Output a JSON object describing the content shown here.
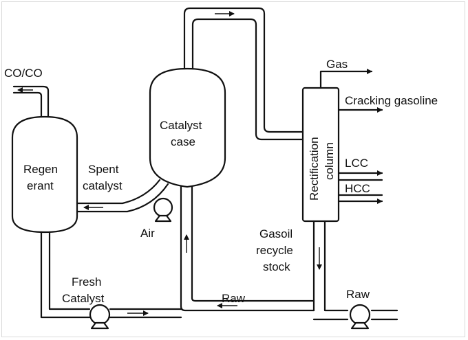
{
  "labels": {
    "co_co": "CO/CO",
    "regen_line1": "Regen",
    "regen_line2": "erant",
    "spent_line1": "Spent",
    "spent_line2": "catalyst",
    "air": "Air",
    "catalyst_case_line1": "Catalyst",
    "catalyst_case_line2": "case",
    "rect_line1": "Rectification",
    "rect_line2": "column",
    "gas": "Gas",
    "cracking_gasoline": "Cracking gasoline",
    "lcc": "LCC",
    "hcc": "HCC",
    "gasoil_line1": "Gasoil",
    "gasoil_line2": "recycle",
    "gasoil_line3": "stock",
    "fresh_line1": "Fresh",
    "fresh_line2": "Catalyst",
    "raw_bottom": "Raw",
    "raw_right": "Raw"
  },
  "colors": {
    "stroke": "#111111",
    "background": "#ffffff"
  }
}
